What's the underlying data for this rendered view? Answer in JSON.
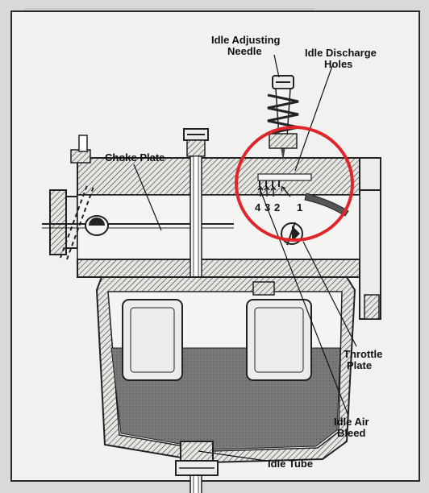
{
  "labels": {
    "idle_adjusting_needle_line1": "Idle Adjusting",
    "idle_adjusting_needle_line2": "Needle",
    "idle_discharge_holes_line1": "Idle Discharge",
    "idle_discharge_holes_line2": "Holes",
    "choke_plate": "Choke Plate",
    "throttle_plate_line1": "Throttle",
    "throttle_plate_line2": "Plate",
    "idle_air_bleed_line1": "Idle Air",
    "idle_air_bleed_line2": "Bleed",
    "idle_tube": "Idle Tube"
  },
  "hole_numbers": [
    "4",
    "3",
    "2",
    "1"
  ],
  "colors": {
    "highlight_circle": "#e0262b",
    "fuel": "#6e6e6e",
    "metal": "#ececea",
    "ink": "#111111"
  }
}
